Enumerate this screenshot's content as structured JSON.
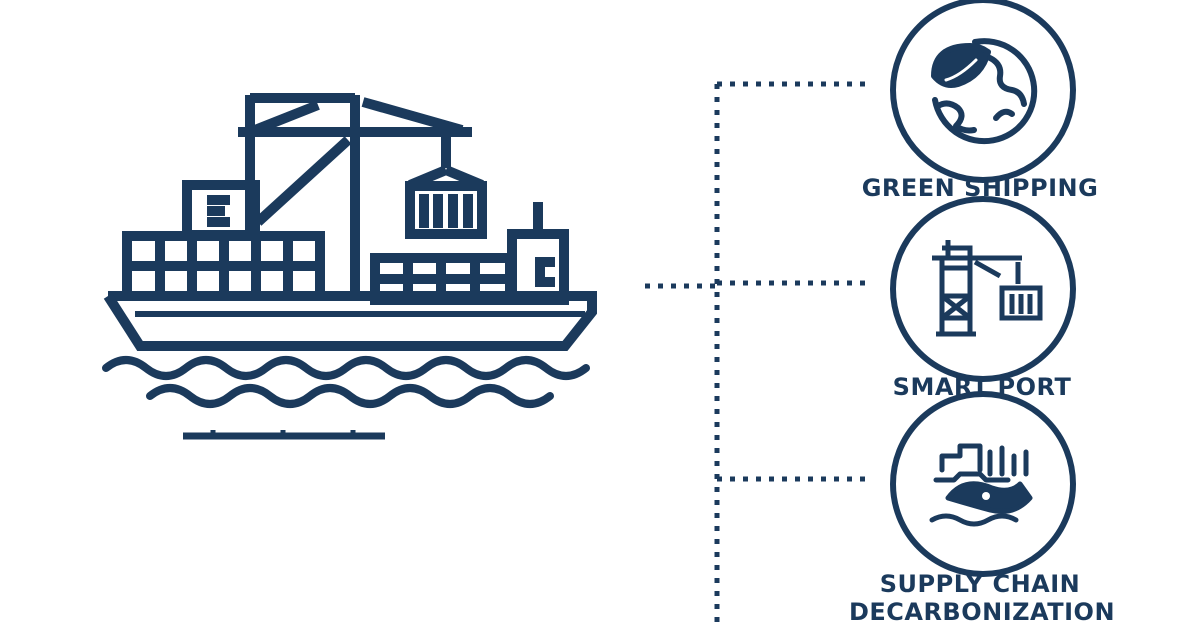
{
  "colors": {
    "ink": "#1b3a5c",
    "background": "#ffffff"
  },
  "hero": {
    "icon": "container-ship-with-crane-icon"
  },
  "branches": [
    {
      "label_lines": [
        "GREEN SHIPPING"
      ],
      "icon": "globe-leaf-icon"
    },
    {
      "label_lines": [
        "SMART PORT"
      ],
      "icon": "port-crane-icon"
    },
    {
      "label_lines": [
        "SUPPLY CHAIN",
        "DECARBONIZATION"
      ],
      "icon": "factory-ship-icon"
    }
  ]
}
